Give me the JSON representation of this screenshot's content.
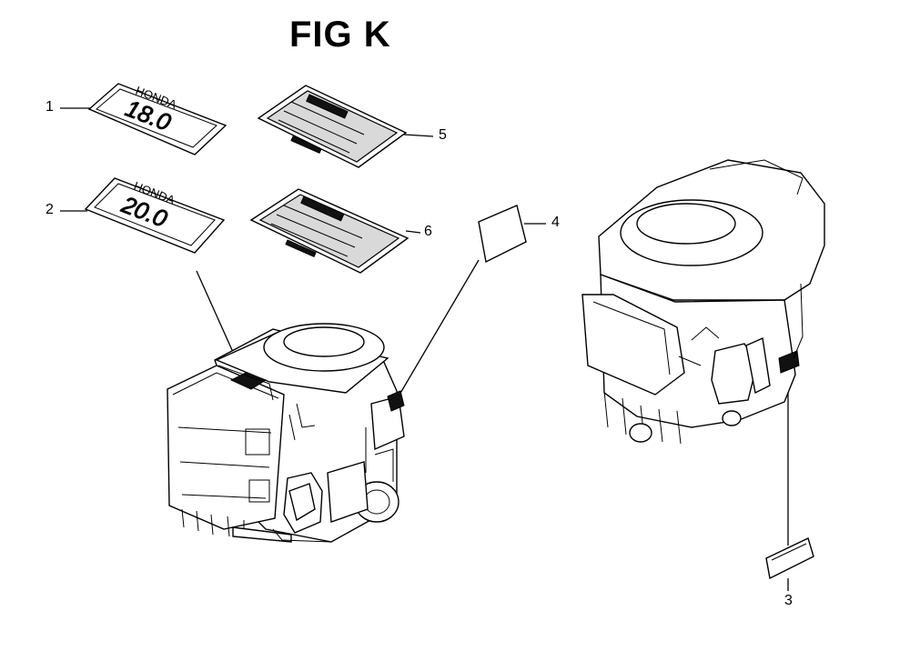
{
  "figure": {
    "title": "FIG K"
  },
  "callouts": [
    "1",
    "2",
    "3",
    "4",
    "5",
    "6"
  ],
  "decals": {
    "brand": "HONDA",
    "value_1": "18.0",
    "value_2": "20.0"
  }
}
